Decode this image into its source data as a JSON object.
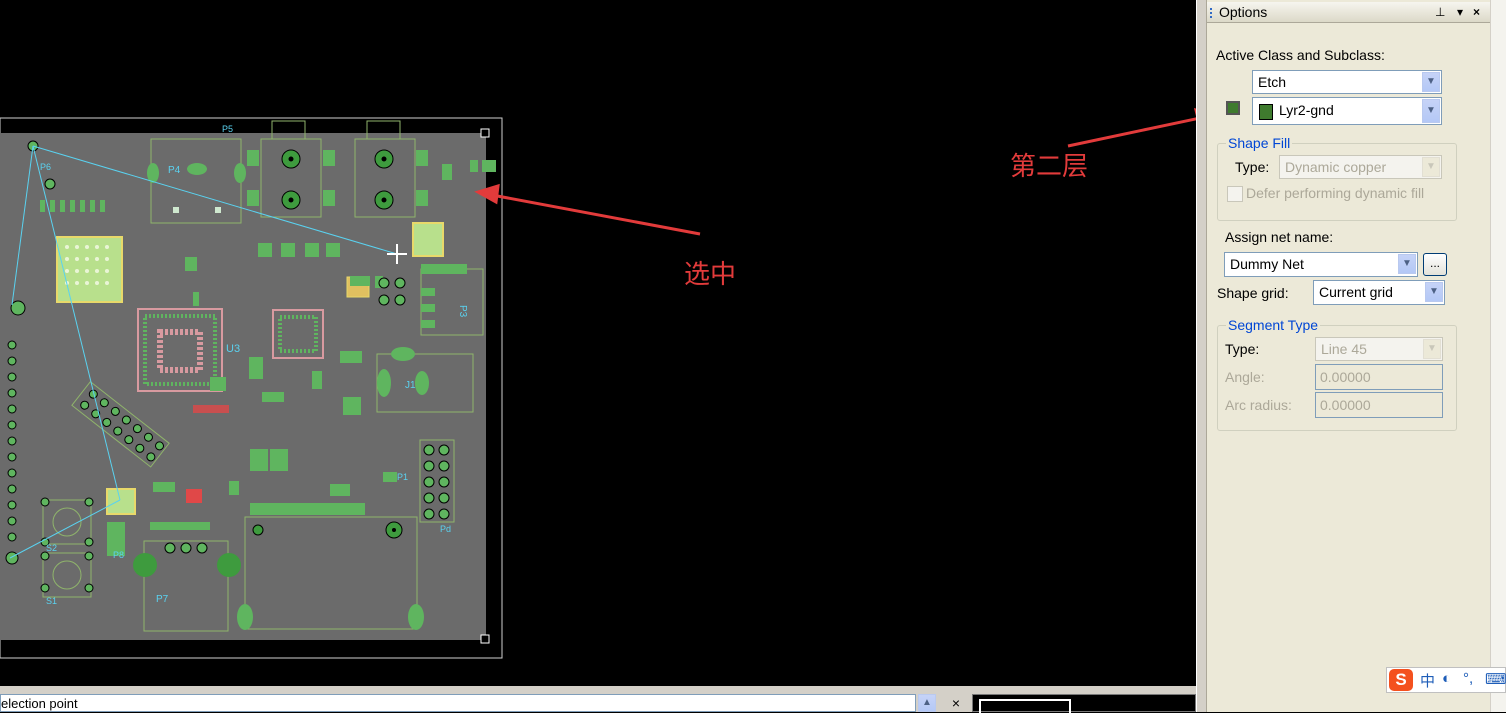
{
  "canvas": {
    "background": "#000000",
    "board_color": "#6b6b6b",
    "component_color": "#5fb55f",
    "ratsnest_color": "#5ad2f0",
    "silk_color": "#5ad2f0",
    "labels": [
      "P4",
      "P5",
      "P6",
      "P3",
      "P1",
      "P7",
      "P8",
      "S1",
      "S2",
      "U3",
      "J1",
      "Pd"
    ]
  },
  "annotations": {
    "layer2": "第二层",
    "selected": "选中",
    "arrow_color": "#e23b3b"
  },
  "options": {
    "title": "Options",
    "pin_icon": "pin-icon",
    "menu_icon": "chevron-down-icon",
    "close_icon": "close-icon",
    "active_class_label": "Active Class and Subclass:",
    "class_value": "Etch",
    "subclass_value": "Lyr2-gnd",
    "subclass_color": "#3f7b2e",
    "shape_fill": {
      "title": "Shape Fill",
      "type_label": "Type:",
      "type_value": "Dynamic copper",
      "defer_label": "Defer performing dynamic fill"
    },
    "assign_net_label": "Assign net name:",
    "net_value": "Dummy Net",
    "browse_label": "...",
    "shape_grid_label": "Shape grid:",
    "shape_grid_value": "Current grid",
    "segment_type": {
      "title": "Segment Type",
      "type_label": "Type:",
      "type_value": "Line 45",
      "angle_label": "Angle:",
      "angle_value": "0.00000",
      "arc_label": "Arc radius:",
      "arc_value": "0.00000"
    }
  },
  "command": {
    "text": "election point"
  },
  "ime": {
    "logo": "S",
    "chinese": "中",
    "moon": "◐",
    "punct": "°,",
    "keyboard_icon": "keyboard-icon"
  }
}
